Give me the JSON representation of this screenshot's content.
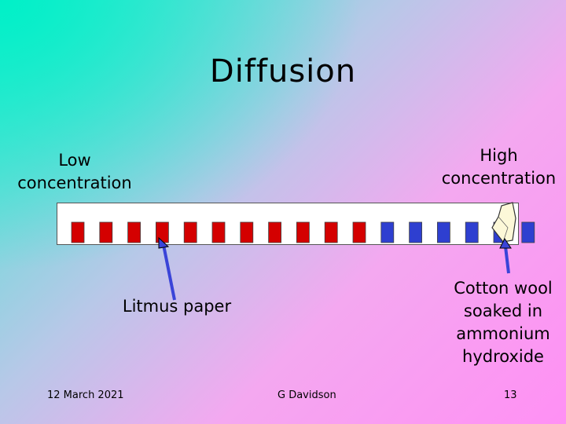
{
  "slide": {
    "title": "Diffusion",
    "low_label": "Low concentration",
    "high_label": "High concentration",
    "litmus_label": "Litmus paper",
    "cotton_label": "Cotton wool soaked in ammonium hydroxide"
  },
  "footer": {
    "date": "12 March 2021",
    "author": "G Davidson",
    "page": "13"
  },
  "litmus_strips": {
    "red_count": 11,
    "blue_count": 6,
    "red_color": "#d40000",
    "blue_color": "#2e3fd0"
  },
  "colors": {
    "arrow": "#3a44d8",
    "cotton": "#fcf8d8"
  }
}
